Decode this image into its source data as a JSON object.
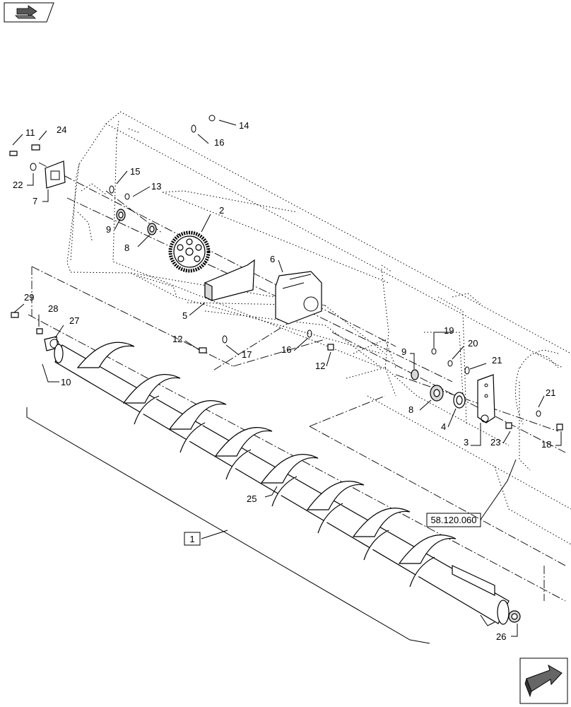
{
  "callouts": [
    {
      "id": "11",
      "label": "11"
    },
    {
      "id": "24",
      "label": "24"
    },
    {
      "id": "22",
      "label": "22"
    },
    {
      "id": "7",
      "label": "7"
    },
    {
      "id": "14",
      "label": "14"
    },
    {
      "id": "16a",
      "label": "16"
    },
    {
      "id": "15",
      "label": "15"
    },
    {
      "id": "13",
      "label": "13"
    },
    {
      "id": "2",
      "label": "2"
    },
    {
      "id": "9a",
      "label": "9"
    },
    {
      "id": "8a",
      "label": "8"
    },
    {
      "id": "6",
      "label": "6"
    },
    {
      "id": "5",
      "label": "5"
    },
    {
      "id": "29",
      "label": "29"
    },
    {
      "id": "28",
      "label": "28"
    },
    {
      "id": "27",
      "label": "27"
    },
    {
      "id": "10",
      "label": "10"
    },
    {
      "id": "12a",
      "label": "12"
    },
    {
      "id": "17",
      "label": "17"
    },
    {
      "id": "16b",
      "label": "16"
    },
    {
      "id": "12b",
      "label": "12"
    },
    {
      "id": "9b",
      "label": "9"
    },
    {
      "id": "19",
      "label": "19"
    },
    {
      "id": "20",
      "label": "20"
    },
    {
      "id": "21a",
      "label": "21"
    },
    {
      "id": "8b",
      "label": "8"
    },
    {
      "id": "4",
      "label": "4"
    },
    {
      "id": "3",
      "label": "3"
    },
    {
      "id": "23",
      "label": "23"
    },
    {
      "id": "21b",
      "label": "21"
    },
    {
      "id": "18",
      "label": "18"
    },
    {
      "id": "25",
      "label": "25"
    },
    {
      "id": "26",
      "label": "26"
    }
  ],
  "assembly_label": "1",
  "reference_label": "58.120.060",
  "icons": {
    "top_left": "book-navigation-icon",
    "bottom_right": "next-page-arrow-icon"
  }
}
